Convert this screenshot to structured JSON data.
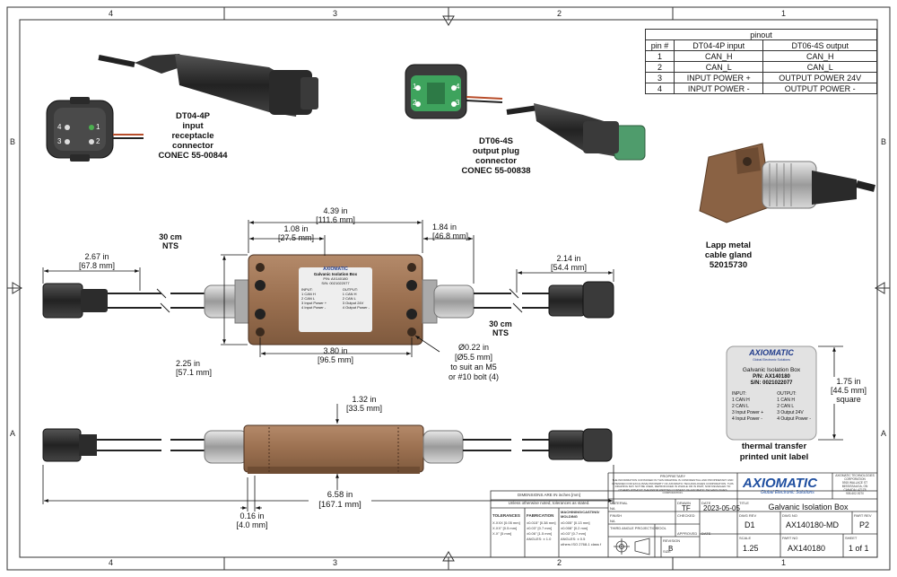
{
  "zones": {
    "top": [
      "4",
      "3",
      "2",
      "1"
    ],
    "bottom": [
      "4",
      "3",
      "2",
      "1"
    ],
    "left": [
      "B",
      "A"
    ],
    "right": [
      "B",
      "A"
    ]
  },
  "pinout": {
    "title": "pinout",
    "headers": [
      "pin #",
      "DT04-4P input",
      "DT06-4S output"
    ],
    "rows": [
      [
        "1",
        "CAN_H",
        "CAN_H"
      ],
      [
        "2",
        "CAN_L",
        "CAN_L"
      ],
      [
        "3",
        "INPUT POWER +",
        "OUTPUT POWER 24V"
      ],
      [
        "4",
        "INPUT POWER  -",
        "OUTPUT POWER -"
      ]
    ]
  },
  "connectors": {
    "input": {
      "lines": [
        "DT04-4P",
        "input",
        "receptacle",
        "connector",
        "CONEC 55-00844"
      ],
      "pins": [
        "4",
        "1",
        "3",
        "2"
      ]
    },
    "output": {
      "lines": [
        "DT06-4S",
        "output plug",
        "connector",
        "CONEC 55-00838"
      ],
      "pins": [
        "1",
        "4",
        "2",
        "3"
      ]
    },
    "gland": {
      "lines": [
        "Lapp metal",
        "cable gland",
        "52015730"
      ]
    }
  },
  "dimensions": {
    "overall_width": [
      "4.39 in",
      "[111.6 mm]"
    ],
    "gland_offset": [
      "1.08 in",
      "[27.5 mm]"
    ],
    "right_reach": [
      "1.84 in",
      "[46.8 mm]"
    ],
    "cable_left": [
      "2.67 in",
      "[67.8 mm]"
    ],
    "cable_length_left": [
      "30 cm",
      "NTS"
    ],
    "cable_length_right": [
      "30 cm",
      "NTS"
    ],
    "plug_right": [
      "2.14 in",
      "[54.4 mm]"
    ],
    "hole_pitch": [
      "3.80 in",
      "[96.5 mm]"
    ],
    "height": [
      "2.25 in",
      "[57.1 mm]"
    ],
    "hole_dia": [
      "Ø0.22 in",
      "[Ø5.5 mm]",
      "to suit an M5",
      "or #10 bolt (4)"
    ],
    "thickness": [
      "1.32 in",
      "[33.5 mm]"
    ],
    "overall_length": [
      "6.58 in",
      "[167.1 mm]"
    ],
    "flange": [
      "0.16 in",
      "[4.0 mm]"
    ],
    "label_size": [
      "1.75 in",
      "[44.5 mm]",
      "square"
    ]
  },
  "device_label": {
    "title": "Galvanic Isolation Box",
    "pn": "P/N: AX140180",
    "sn": "S/N: 0021022077",
    "input_head": "INPUT:",
    "input_lines": [
      "1 CAN H",
      "2 CAN L",
      "3 Input Power +",
      "4 Input Power -"
    ],
    "output_head": "OUTPUT:",
    "output_lines": [
      "1 CAN H",
      "2 CAN L",
      "3 Output 24V",
      "4 Output Power -"
    ],
    "caption": [
      "thermal transfer",
      "printed unit label"
    ]
  },
  "brand": {
    "logo": "AXIOMATIC",
    "tagline": "Global Electronic Solutions",
    "company": [
      "AXIOMATIC TECHNOLOGIES",
      "CORPORATION",
      "5915 WALLACE ST",
      "MISSISSAUGA, ON",
      "CANADA L4Z1Z8",
      "905-602-9270"
    ],
    "accent": "#1f4fa0",
    "label_color": "#1f3a8a"
  },
  "title_block": {
    "proprietary_head": "PROPRIETARY",
    "proprietary_text": "THE INFORMATION CONTAINED IN THIS DRAWING IS CONFIDENTIAL AND PROPRIETARY AND INTENDED FOR EXCLUSIVE PROPERTY OF AXIOMATIC TECHNOLOGIES CORPORATION. THIS DRAWING MAY NOT BE USED, REPRODUCED IN WHOLE OR IN PART, NOR REVEALED TO OTHERS WITHOUT THE PRIOR WRITTEN CONSENT OF AXIOMATIC TECHNOLOGIES CORPORATION.",
    "dims_note": "DIMENSIONS ARE IN inches [mm]",
    "tol_note": "Unless otherwise noted, tolerances as stated.",
    "tolerances_head": "TOLERANCES",
    "tolerances": [
      "X.XXX [0.05 mm]",
      "X.XX\" [0.5 mm]",
      "X.X\" [5 mm]"
    ],
    "fabrication_head": "FABRICATION",
    "fabrication": [
      "±0.015\" [0.38 mm]",
      "±0.03\" [0.7 mm]",
      "±0.06\" [1.5 mm]",
      "ANGLES: ± 1.0"
    ],
    "machining_head": "MACHINING/CASTING/ MOLDING",
    "machining": [
      "±0.005\" [0.13 mm]",
      "±0.008\" [0.2 mm]",
      "±0.03\" [0.7 mm]",
      "ANGLES: ± 0.5",
      "others ISO 2768-1 class f"
    ],
    "material_label": "MATERIAL",
    "finish_label": "FINISH",
    "na_label": "NA",
    "projection_label": "THIRD ANGLE PROJECTION",
    "tool_label": "TOOL",
    "revision_label": "REVISION",
    "revision": "B",
    "size_label": "SIZE",
    "drawn_label": "DRAWN",
    "drawn": "TF",
    "date_label": "DATE",
    "date": "2023-05-05",
    "checked_label": "CHECKED",
    "approved_label": "APPROVED",
    "title_label": "TITLE",
    "title": "Galvanic Isolation Box",
    "dwg_rev_label": "DWG REV",
    "dwg_rev": "D1",
    "dwg_no_label": "DWG NO",
    "dwg_no": "AX140180-MD",
    "part_rev_label": "PART REV",
    "part_rev": "P2",
    "scale_label": "SCALE",
    "scale": "1.25",
    "part_no_label": "PART NO",
    "part_no": "AX140180",
    "sheet_label": "SHEET",
    "sheet": "1 of 1"
  }
}
